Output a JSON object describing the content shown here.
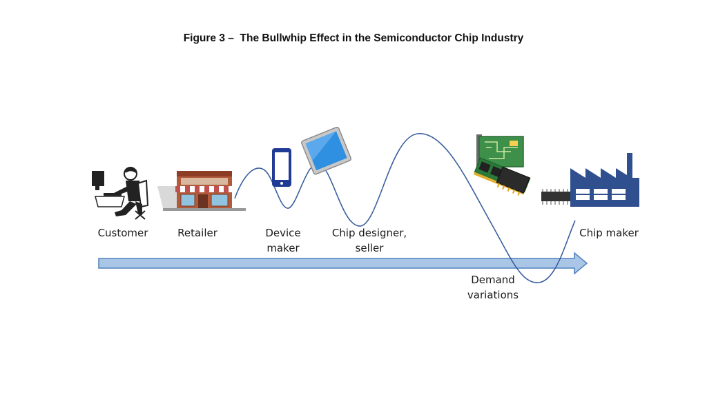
{
  "figure": {
    "title": "Figure 3 –  The Bullwhip Effect in the Semiconductor Chip Industry"
  },
  "stages": {
    "customer": "Customer",
    "retailer": "Retailer",
    "device_maker_line1": "Device",
    "device_maker_line2": "maker",
    "chip_designer_line1": "Chip designer,",
    "chip_designer_line2": "seller",
    "chip_maker": "Chip maker"
  },
  "annotation": {
    "line1": "Demand",
    "line2": "variations"
  },
  "colors": {
    "wave": "#3a5f9e",
    "arrow_fill": "#a9c6e6",
    "arrow_stroke": "#4f81bd",
    "factory": "#2f4f8f",
    "shop_roof": "#c0504d",
    "phone": "#1f3b93",
    "tablet_screen": "#2f8fe0",
    "pcb": "#3d8f4a"
  },
  "icons": [
    "person-at-computer-icon",
    "store-icon",
    "smartphone-icon",
    "tablet-icon",
    "circuit-board-icon",
    "memory-chip-icon",
    "factory-icon"
  ]
}
